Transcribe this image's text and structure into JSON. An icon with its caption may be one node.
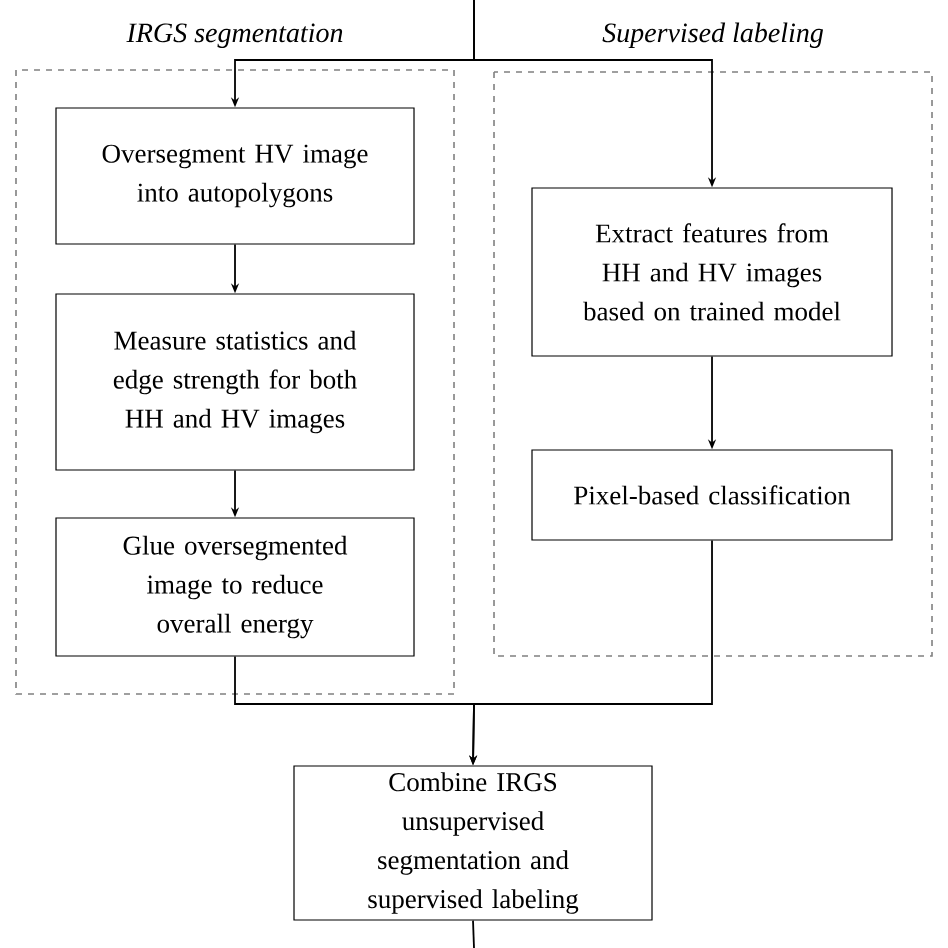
{
  "diagram": {
    "nodes": [
      {
        "text": [
          "IRGS segmentation"
        ]
      },
      {
        "text": [
          "Supervised labeling"
        ]
      },
      {
        "text": [
          "Oversegment HV image into autopolygons"
        ],
        "in": 0
      },
      {
        "text": [
          "Measure statistics and edge strength for both HH and HV images"
        ],
        "in": 0
      },
      {
        "text": [
          "Glue oversegmented image to reduce overall energy"
        ],
        "in": 0
      },
      {
        "text": [
          "Extract features from HH and HV images based on trained model"
        ],
        "in": 1
      },
      {
        "text": [
          "Pixel-based classification"
        ],
        "in": 1
      },
      {
        "text": [
          "Combine IRGS unsupervised segmentation and supervised labeling"
        ]
      }
    ],
    "edges": [
      {
        "from": null,
        "to": 2,
        "arrow": "to"
      },
      {
        "from": null,
        "to": 5,
        "arrow": "to"
      },
      {
        "from": 2,
        "to": 3,
        "arrow": "to"
      },
      {
        "from": 3,
        "to": 4,
        "arrow": "to"
      },
      {
        "from": 5,
        "to": 6,
        "arrow": "to"
      },
      {
        "from": 4,
        "to": 7,
        "arrow": "to"
      },
      {
        "from": 6,
        "to": 7,
        "arrow": "to"
      },
      {
        "from": 7,
        "to": null,
        "arrow": "none"
      }
    ]
  }
}
